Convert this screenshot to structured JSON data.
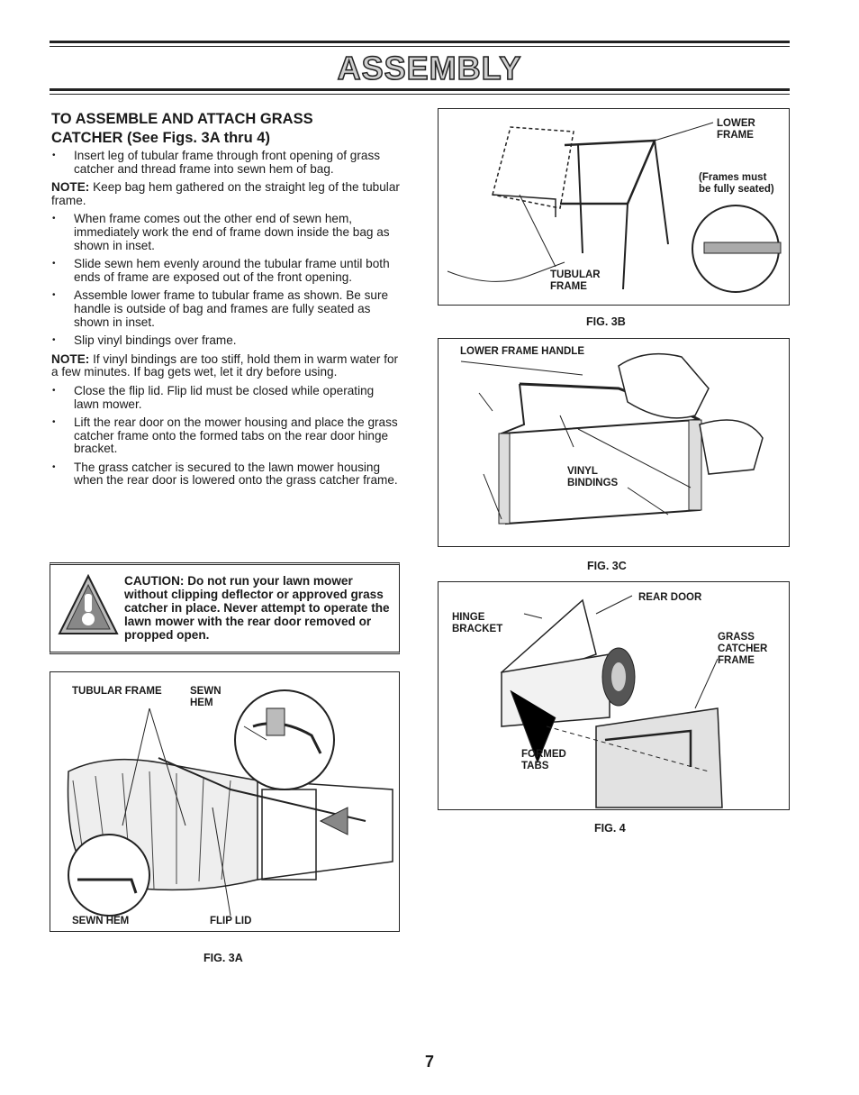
{
  "header": {
    "title": "ASSEMBLY"
  },
  "section": {
    "heading_line1": "TO ASSEMBLE AND ATTACH GRASS",
    "heading_line2": "CATCHER (See Figs. 3A thru 4)"
  },
  "instructions": {
    "b1": "Insert leg of tubular frame through front opening of grass catcher and thread frame into sewn hem of bag.",
    "note1_label": "NOTE:",
    "note1_text": " Keep bag hem gathered on the straight leg of the tubular frame.",
    "b2": "When frame comes out the other end of sewn hem, immediately work the end of frame down inside the bag as shown in inset.",
    "b3": "Slide sewn hem evenly around the tubular frame until both ends of frame are exposed out of the front opening.",
    "b4": "Assemble lower frame to tubular frame as shown. Be sure handle is outside of bag and frames are fully seated as shown in inset.",
    "b5": "Slip vinyl bindings over frame.",
    "note2_label": "NOTE:",
    "note2_text": " If vinyl bindings are too stiff, hold them in warm water for a few minutes. If bag gets wet, let it dry before using.",
    "b6": "Close the flip lid. Flip lid must be closed while operating lawn mower.",
    "b7": "Lift the rear door on the mower housing and place the grass catcher frame onto the formed tabs on the rear door hinge bracket.",
    "b8": "The grass catcher is secured to the lawn mower housing when the rear door is lowered onto the grass catcher frame."
  },
  "caution": {
    "text": "CAUTION: Do not run your lawn mower without clipping deflector or approved grass catcher in place. Never attempt to operate the lawn mower with the rear door removed or propped open."
  },
  "fig3a": {
    "label_tubular": "TUBULAR FRAME",
    "label_sewn": "SEWN\nHEM",
    "label_sewn_hem": "SEWN HEM",
    "label_flip": "FLIP LID",
    "caption": "FIG. 3A"
  },
  "fig3b": {
    "label_lower": "LOWER\nFRAME",
    "label_seated": "(Frames must\nbe fully seated)",
    "label_tubular": "TUBULAR\nFRAME",
    "caption": "FIG. 3B"
  },
  "fig3c": {
    "label_handle": "LOWER FRAME HANDLE",
    "label_vinyl": "VINYL\nBINDINGS",
    "caption": "FIG. 3C"
  },
  "fig4": {
    "label_rear": "REAR DOOR",
    "label_hinge": "HINGE\nBRACKET",
    "label_grass": "GRASS\nCATCHER\nFRAME",
    "label_formed": "FORMED\nTABS",
    "caption": "FIG. 4"
  },
  "footer": {
    "page_number": "7"
  }
}
